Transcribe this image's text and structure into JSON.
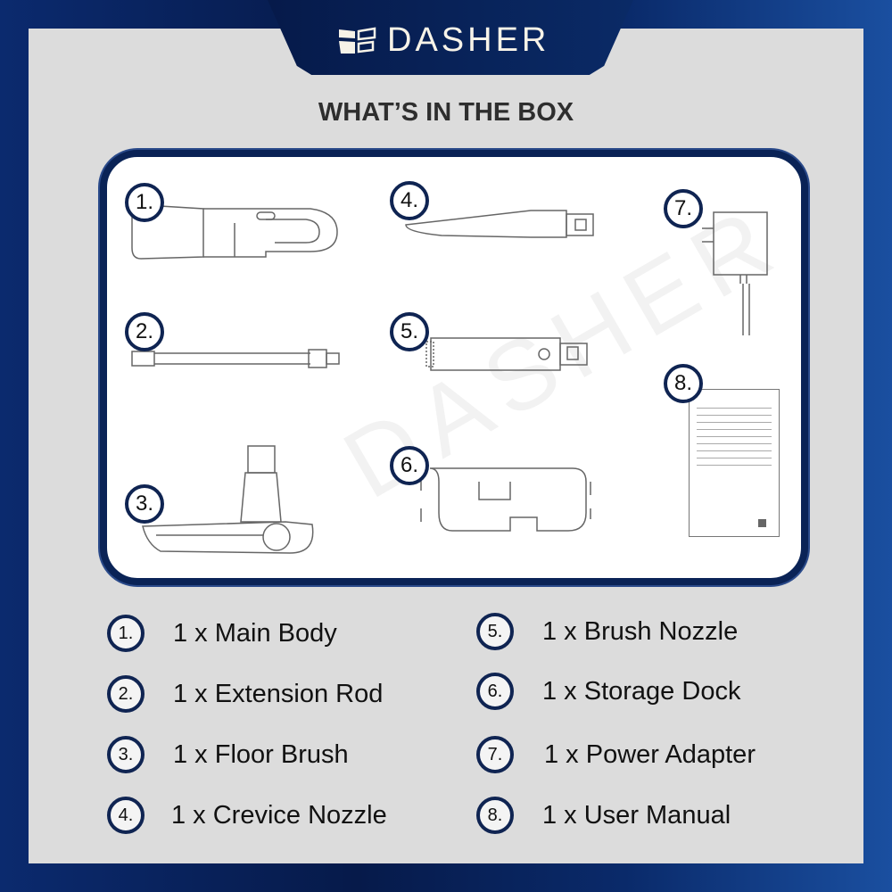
{
  "brand": {
    "name": "DASHER"
  },
  "title": "WHAT’S IN THE BOX",
  "watermark": "DASHER",
  "labels": [
    "1.",
    "2.",
    "3.",
    "4.",
    "5.",
    "6.",
    "7.",
    "8."
  ],
  "items": [
    {
      "num": "1.",
      "text": "1 x Main Body"
    },
    {
      "num": "2.",
      "text": "1 x Extension Rod"
    },
    {
      "num": "3.",
      "text": "1 x Floor Brush"
    },
    {
      "num": "4.",
      "text": "1 x Crevice Nozzle"
    },
    {
      "num": "5.",
      "text": "1 x Brush Nozzle"
    },
    {
      "num": "6.",
      "text": "1 x Storage Dock"
    },
    {
      "num": "7.",
      "text": "1 x Power Adapter"
    },
    {
      "num": "8.",
      "text": "1 x User Manual"
    }
  ],
  "colors": {
    "navy": "#0a2356",
    "panel": "#dcdcdc",
    "text": "#111111"
  }
}
